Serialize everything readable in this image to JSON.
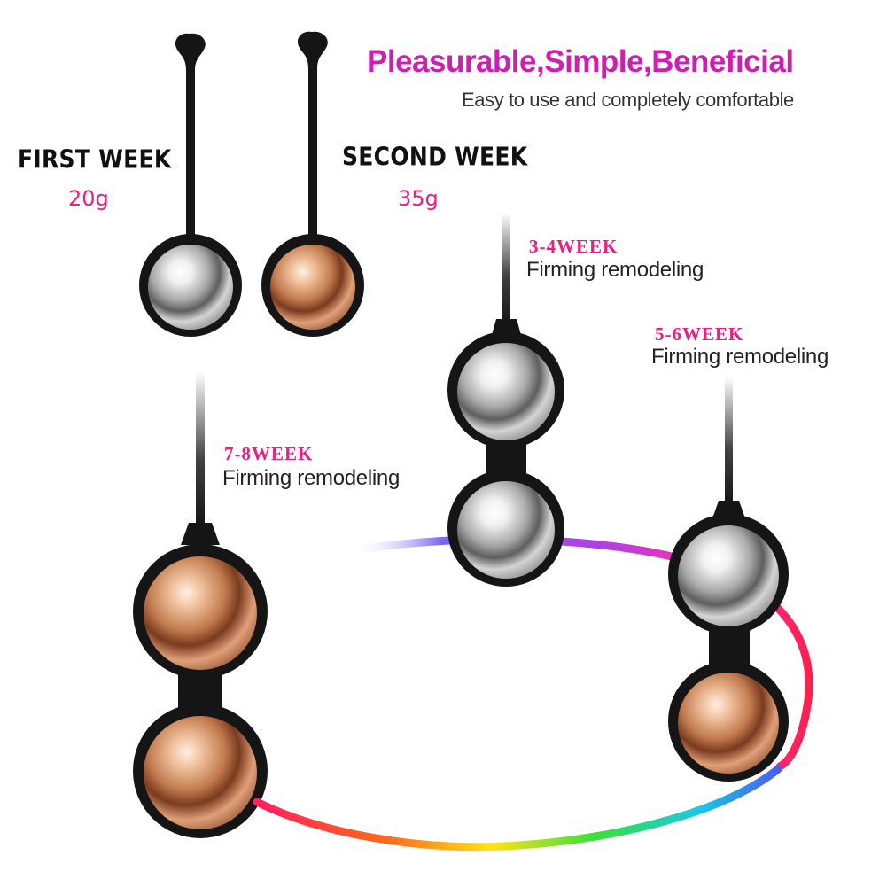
{
  "header": {
    "headline": "Pleasurable,Simple,Beneficial",
    "subheadline": "Easy to use and completely comfortable"
  },
  "stages": {
    "first_week": {
      "label": "FIRST WEEK",
      "weight": "20g"
    },
    "second_week": {
      "label": "SECOND WEEK",
      "weight": "35g"
    },
    "week_3_4": {
      "label": "3-4WEEK",
      "description": "Firming remodeling"
    },
    "week_5_6": {
      "label": "5-6WEEK",
      "description": "Firming remodeling"
    },
    "week_7_8": {
      "label": "7-8WEEK",
      "description": "Firming remodeling"
    }
  },
  "colors": {
    "headline": "#d01fb0",
    "accent": "#ec1d83",
    "silicone": "#151515",
    "silver": "#c9c9c9",
    "rose_gold": "#c9825a"
  }
}
